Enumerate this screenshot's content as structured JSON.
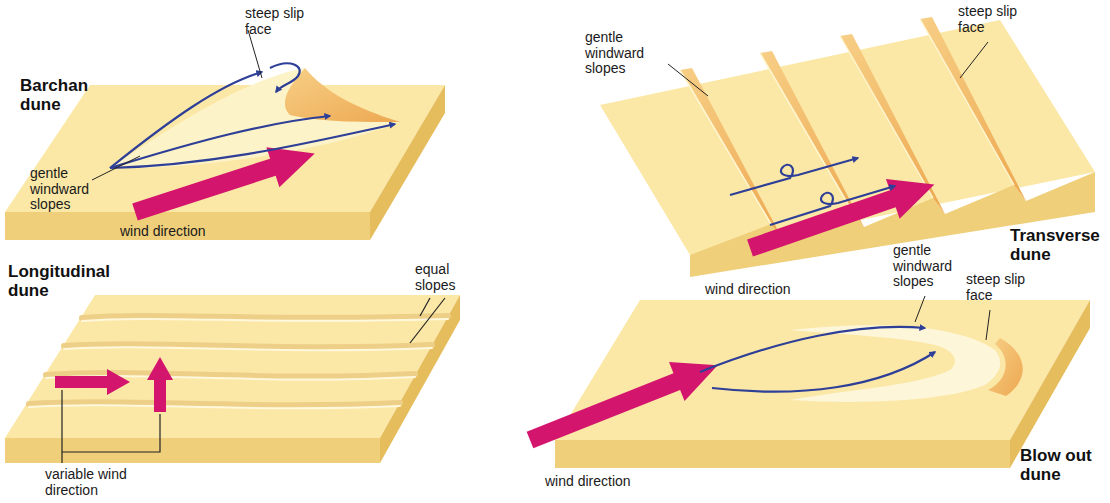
{
  "diagram": {
    "labels": [
      "Barchan dune",
      "steep slip face",
      "gentle windward slopes",
      "wind direction",
      "steep slip face",
      "gentle windward slopes",
      "wind direction",
      "Transverse dune",
      "Longitudinal dune",
      "equal slopes",
      "variable wind direction",
      "gentle windward slopes",
      "steep slip face",
      "wind direction",
      "Blow out dune"
    ]
  }
}
